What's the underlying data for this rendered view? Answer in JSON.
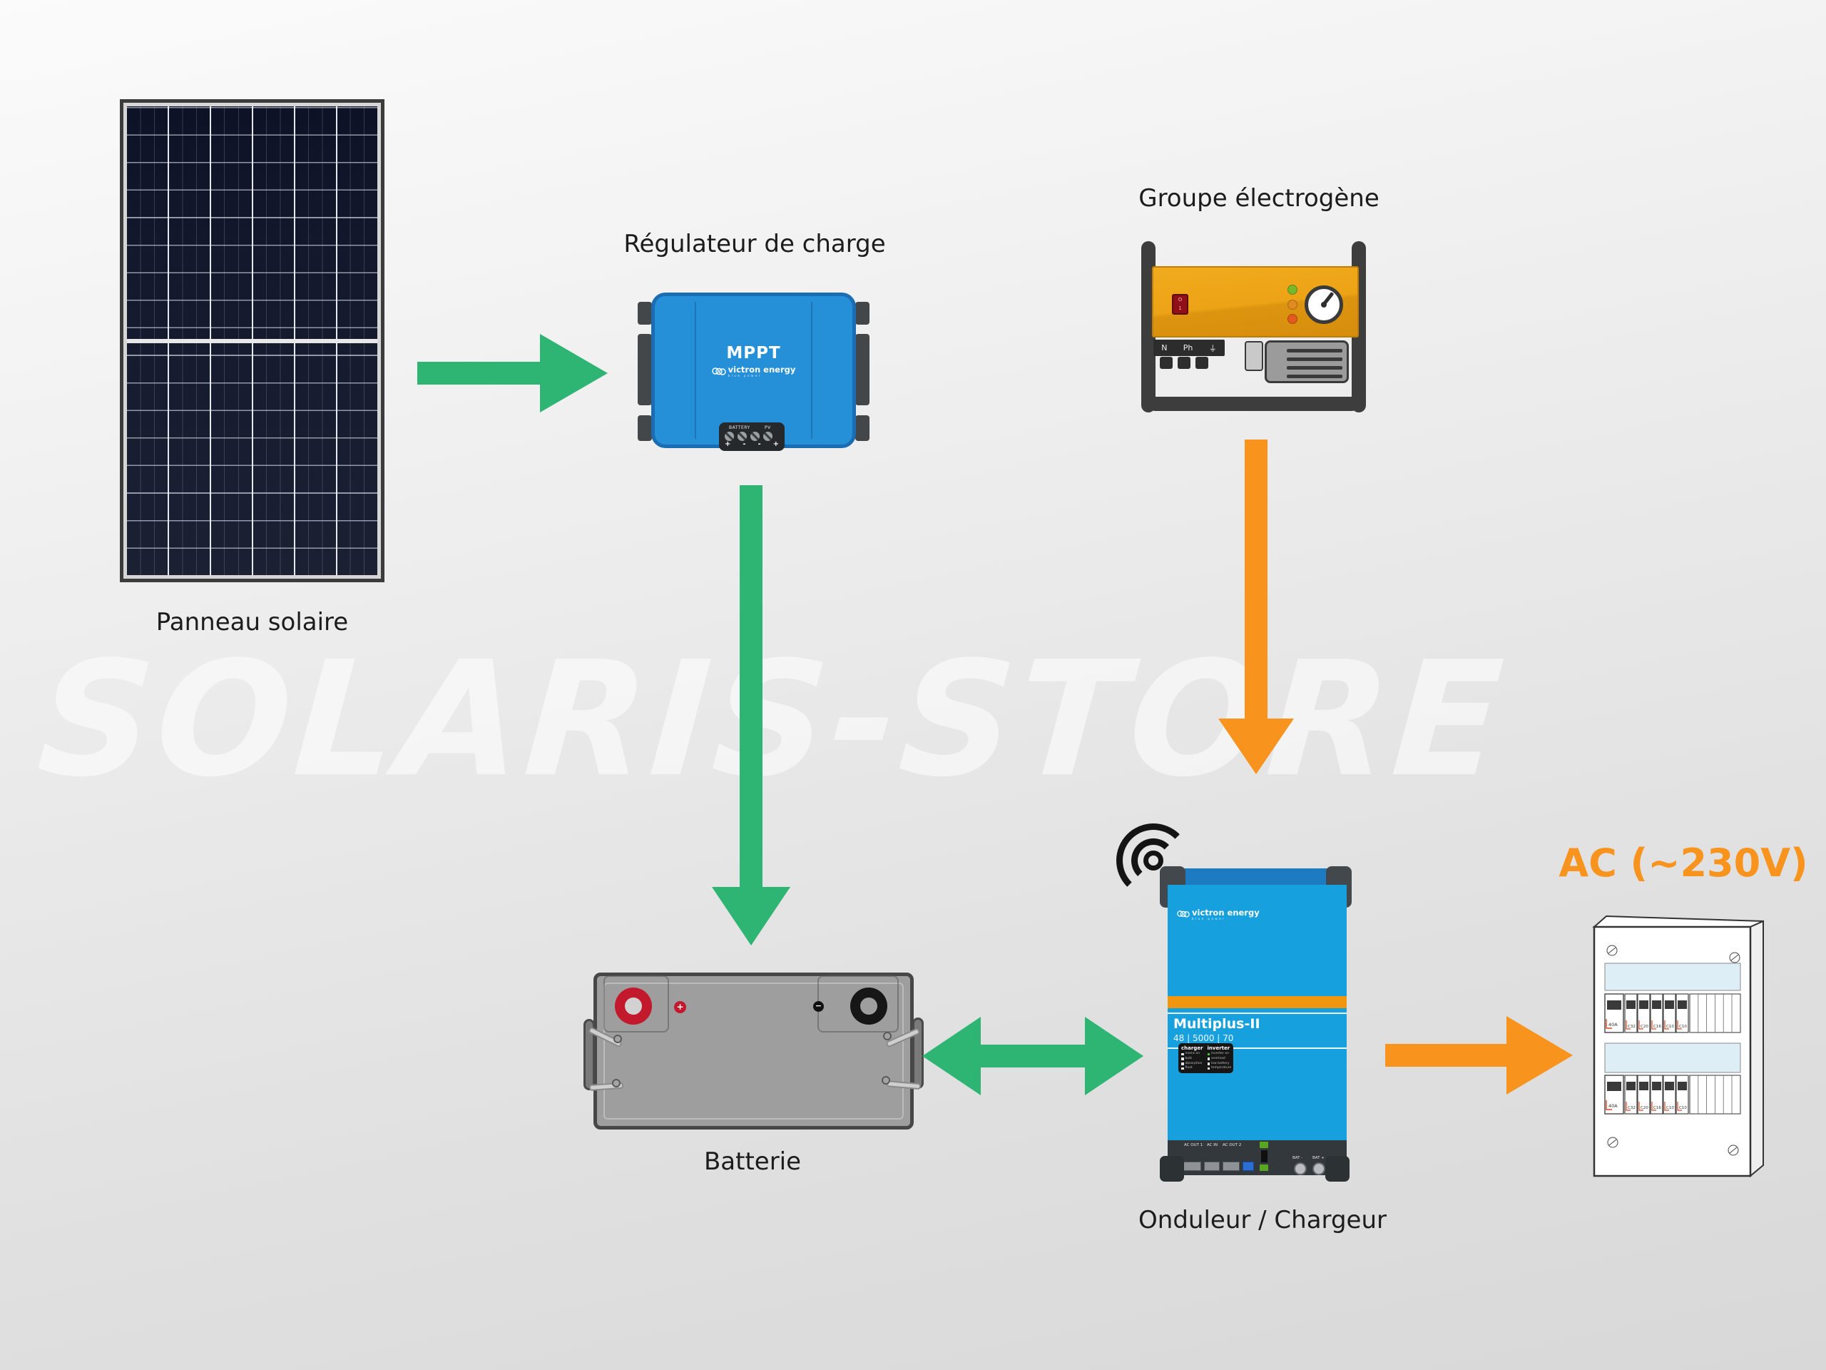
{
  "watermark": {
    "text": "SOLARIS-STORE"
  },
  "colors": {
    "green_arrow": "#2eb573",
    "orange_arrow": "#f8941d",
    "mppt_blue": "#2590d8",
    "inverter_blue": "#17a0de",
    "generator_yellow": "#eda417"
  },
  "components": {
    "solar_panel": {
      "label": "Panneau solaire"
    },
    "charge_controller": {
      "label": "Régulateur de charge",
      "device_text": "MPPT",
      "brand": "victron energy",
      "brand_sub": "blue power",
      "terminal_labels": [
        "BATTERY",
        "PV"
      ],
      "terminal_polarity": [
        "+",
        "-",
        "-",
        "+"
      ]
    },
    "generator": {
      "label": "Groupe électrogène",
      "switch_off": "O",
      "switch_on": "1",
      "panel_labels": [
        "N",
        "Ph",
        "⏚"
      ]
    },
    "battery": {
      "label": "Batterie",
      "positive": "+",
      "negative": "−"
    },
    "inverter": {
      "label": "Onduleur / Chargeur",
      "brand": "victron energy",
      "brand_sub": "blue power",
      "model": "Multiplus-II",
      "rating": "48 | 5000 | 70",
      "led_columns": [
        {
          "title": "charger",
          "leds": [
            "mains on",
            "bulk",
            "absorption",
            "float"
          ]
        },
        {
          "title": "inverter",
          "leds": [
            "inverter on",
            "overload",
            "low battery",
            "temperature"
          ]
        }
      ],
      "ac_terminals": [
        "AC OUT 1",
        "AC IN",
        "AC OUT 2"
      ],
      "battery_terminals": [
        "BAT -",
        "BAT +"
      ]
    },
    "ac_output": {
      "title": "AC (~230V)",
      "breakers_row1": [
        "40A",
        "C32",
        "C20",
        "C16",
        "C10",
        "C10"
      ],
      "breakers_row2": [
        "40A",
        "C32",
        "C20",
        "C16",
        "C10",
        "C10"
      ]
    }
  },
  "flows": [
    {
      "from": "panneau-solaire",
      "to": "regulateur-de-charge",
      "color": "#2eb573",
      "direction": "right"
    },
    {
      "from": "regulateur-de-charge",
      "to": "batterie",
      "color": "#2eb573",
      "direction": "down"
    },
    {
      "from": "batterie",
      "to": "onduleur-chargeur",
      "color": "#2eb573",
      "direction": "both"
    },
    {
      "from": "groupe-electrogene",
      "to": "onduleur-chargeur",
      "color": "#f8941d",
      "direction": "down"
    },
    {
      "from": "onduleur-chargeur",
      "to": "ac-230v",
      "color": "#f8941d",
      "direction": "right"
    }
  ]
}
